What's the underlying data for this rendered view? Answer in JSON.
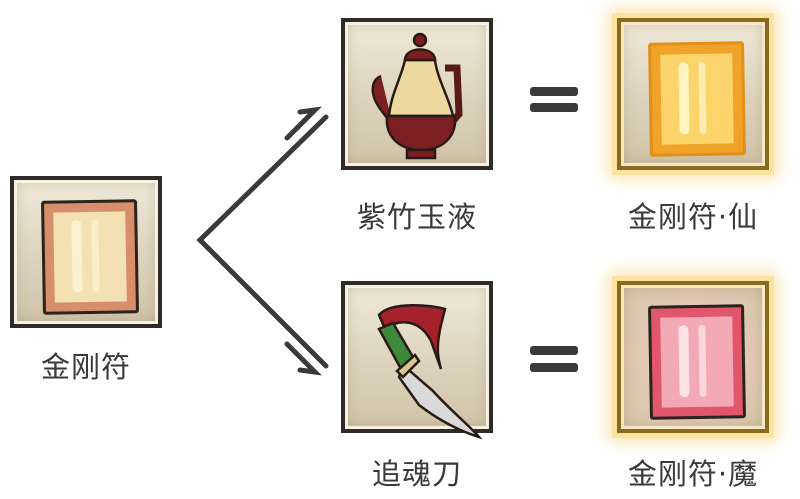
{
  "source_item": {
    "name": "金刚符",
    "icon": "talisman-paper-icon",
    "colors": {
      "paper": "#f3e1b4",
      "frame": "#d88e6a",
      "streak": "#fbf2d2"
    }
  },
  "branches": [
    {
      "ingredient": {
        "name": "紫竹玉液",
        "icon": "teapot-icon",
        "colors": {
          "body": "#7c1f22",
          "panel": "#ecd9a0"
        }
      },
      "operator": "=",
      "result": {
        "name": "金刚符·仙",
        "icon": "golden-talisman-icon",
        "highlight": "gold",
        "colors": {
          "paper": "#fbd56b",
          "frame": "#f0a229",
          "streak": "#fff3bf",
          "glow": "#fbe3a1"
        }
      }
    },
    {
      "ingredient": {
        "name": "追魂刀",
        "icon": "dagger-icon",
        "colors": {
          "blade": "#d9d9d9",
          "hilt": "#3f8a3a",
          "ribbon": "#a3222b"
        }
      },
      "operator": "=",
      "result": {
        "name": "金刚符·魔",
        "icon": "red-talisman-icon",
        "highlight": "gold",
        "colors": {
          "paper": "#f3a9b3",
          "frame": "#e2566c",
          "streak": "#fde1e4",
          "glow": "#fbe3a1"
        }
      }
    }
  ],
  "connector": {
    "type": "fork-arrows",
    "color": "#3a3a3a"
  }
}
